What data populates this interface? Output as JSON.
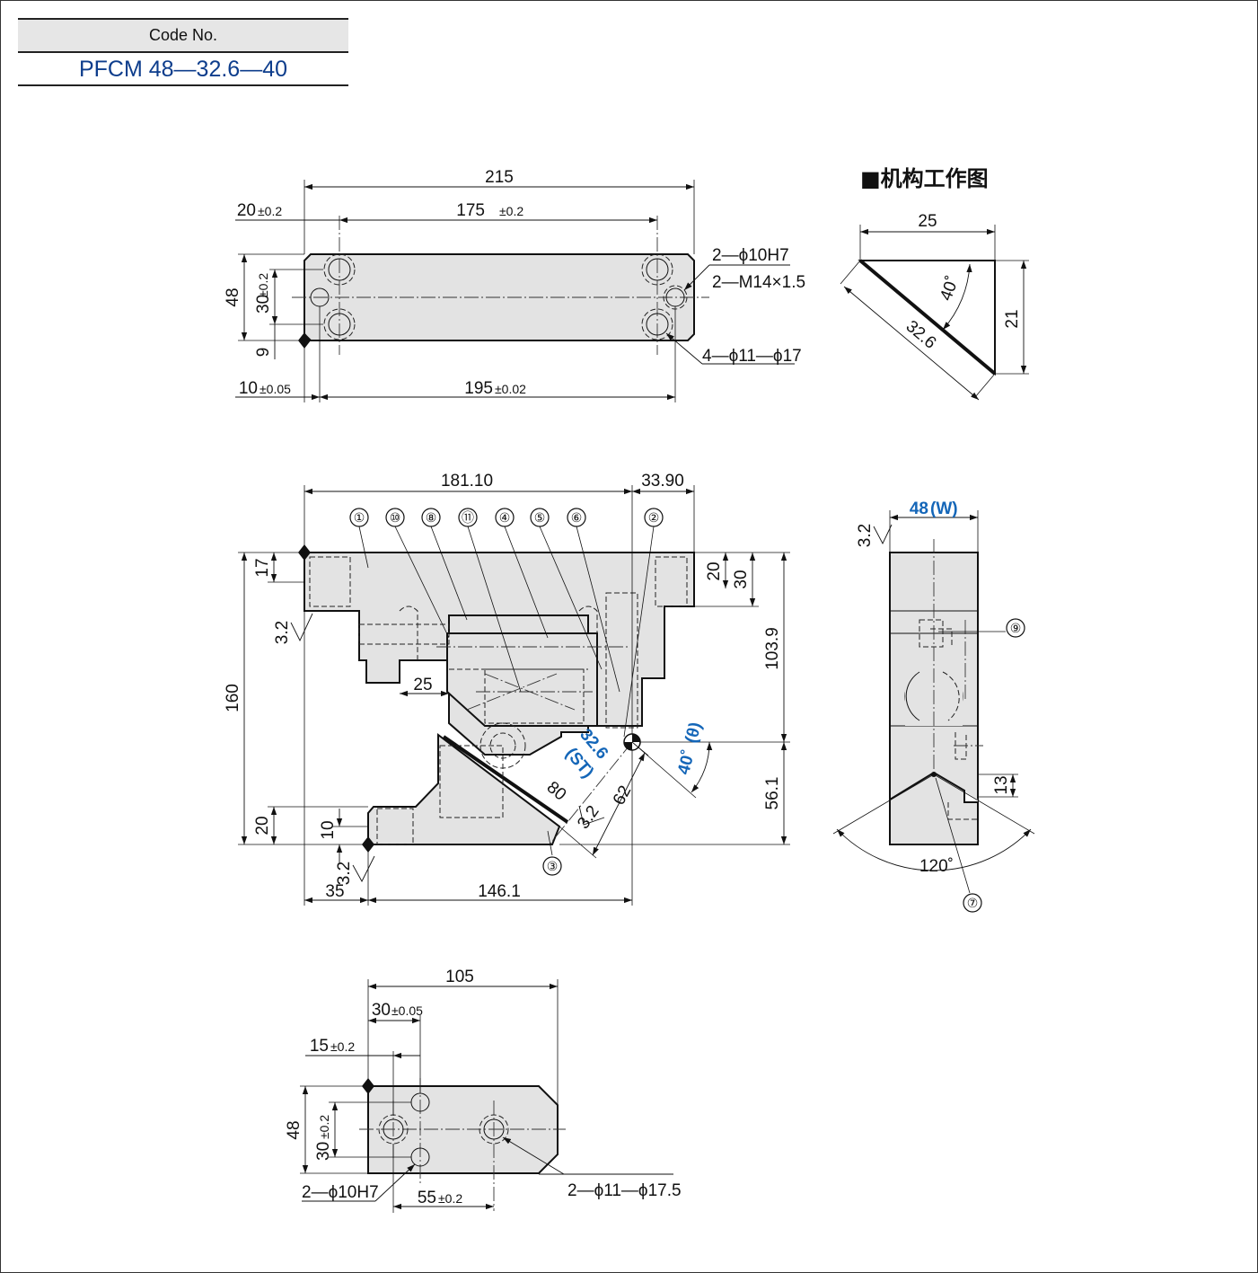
{
  "code_table": {
    "header": "Code No.",
    "value": "PFCM 48—32.6—40"
  },
  "mechanism_title": "■机构工作图",
  "top_view": {
    "dim_215": "215",
    "dim_175": "175",
    "tol_175": "±0.2",
    "dim_20": "20",
    "tol_20": "±0.2",
    "dim_48": "48",
    "dim_30": "30",
    "tol_30": "±0.2",
    "dim_9": "9",
    "dim_10": "10",
    "tol_10": "±0.05",
    "dim_195": "195",
    "tol_195": "±0.02",
    "note_hole_h7": "2—ϕ10H7",
    "note_thread": "2—M14×1.5",
    "note_cbore": "4—ϕ11—ϕ17"
  },
  "mechanism": {
    "dim_25": "25",
    "dim_21": "21",
    "dim_326": "32.6",
    "angle": "40˚"
  },
  "front_view": {
    "dim_18110": "181.10",
    "dim_3390": "33.90",
    "dim_17": "17",
    "dim_20_top": "20",
    "dim_30": "30",
    "dim_1039": "103.9",
    "dim_160": "160",
    "dim_25": "25",
    "dim_561": "56.1",
    "dim_20_bot": "20",
    "dim_10": "10",
    "dim_35": "35",
    "dim_1461": "146.1",
    "dim_80": "80",
    "dim_62": "62",
    "stroke_value": "32.6",
    "stroke_label": "(ST)",
    "angle_value": "40˚",
    "angle_label": "(θ)",
    "roughness": "3.2",
    "callouts": [
      "①",
      "⑩",
      "⑧",
      "⑪",
      "④",
      "⑤",
      "⑥",
      "②",
      "③"
    ]
  },
  "side_view": {
    "width_value": "48",
    "width_label": "(W)",
    "roughness": "3.2",
    "dim_13": "13",
    "angle": "120˚",
    "callout_9": "⑨",
    "callout_7": "⑦"
  },
  "bottom_view": {
    "dim_105": "105",
    "dim_30_top": "30",
    "tol_30_top": "±0.05",
    "dim_15": "15",
    "tol_15": "±0.2",
    "dim_48": "48",
    "dim_30": "30",
    "tol_30": "±0.2",
    "dim_55": "55",
    "tol_55": "±0.2",
    "note_h7": "2—ϕ10H7",
    "note_cbore": "2—ϕ11—ϕ17.5"
  }
}
